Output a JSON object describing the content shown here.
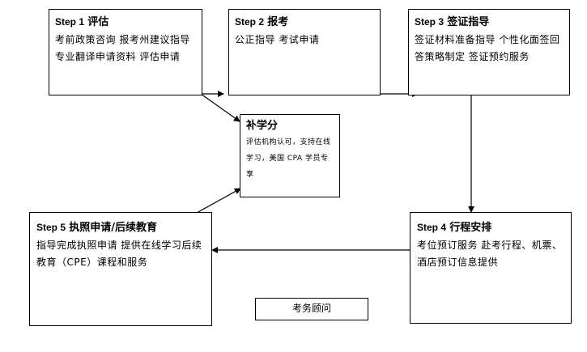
{
  "step1": {
    "step": "Step 1",
    "name": "评估",
    "text": "考前政策咨询 报考州建议指导 专业翻译申请资料 评估申请"
  },
  "step2": {
    "step": "Step 2",
    "name": "报考",
    "text": "公正指导 考试申请"
  },
  "step3": {
    "step": "Step 3",
    "name": "签证指导",
    "text": "签证材料准备指导 个性化面签回答策略制定 签证预约服务"
  },
  "supplement": {
    "name": "补学分",
    "text": "评估机构认可，支持在线学习，美国 CPA 学员专享"
  },
  "step4": {
    "step": "Step 4",
    "name": "行程安排",
    "text": "考位预订服务 赴考行程、机票、酒店预订信息提供"
  },
  "step5": {
    "step": "Step 5",
    "name": "执照申请/后续教育",
    "text": "指导完成执照申请 提供在线学习后续教育（CPE）课程和服务"
  },
  "advisor": {
    "label": "考务顾问"
  }
}
